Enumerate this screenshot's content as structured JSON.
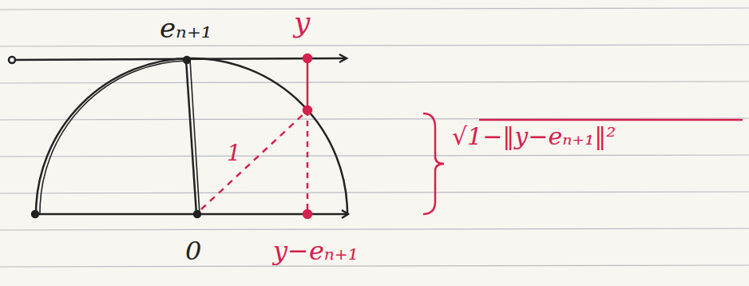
{
  "diagram": {
    "labels": [
      "eₙ₊₁",
      "y",
      "1",
      "0",
      "y−eₙ₊₁",
      "√1−‖y−eₙ₊₁‖²"
    ]
  }
}
